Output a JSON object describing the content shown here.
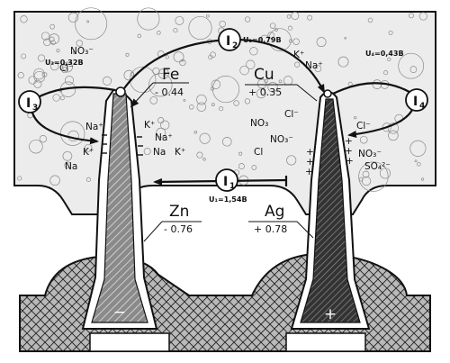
{
  "metals": {
    "fe": {
      "symbol": "Fe",
      "potential": "- 0.44"
    },
    "cu": {
      "symbol": "Cu",
      "potential": "+ 0.35"
    },
    "zn": {
      "symbol": "Zn",
      "potential": "- 0.76"
    },
    "ag": {
      "symbol": "Ag",
      "potential": "+ 0.78"
    }
  },
  "currents": {
    "i1": {
      "label": "I",
      "sub": "1",
      "voltage": "U₁=1,54B"
    },
    "i2": {
      "label": "I",
      "sub": "2",
      "voltage": "U₂=0,79B"
    },
    "i3": {
      "label": "I",
      "sub": "3",
      "voltage": "U₃=0,32B"
    },
    "i4": {
      "label": "I",
      "sub": "4",
      "voltage": "U₄=0,43B"
    }
  },
  "ions": {
    "no3_top": "NO₃⁻",
    "cl_top": "Cl⁻",
    "k_top": "K⁺",
    "na_top": "Na⁺",
    "na_left": "Na⁺",
    "k_left": "K⁺",
    "na_left2": "Na",
    "k_mid": "K⁺",
    "na_mid": "Na⁺",
    "na_mid2": "Na",
    "k_mid2": "K⁺",
    "no3_mid1": "NO₃",
    "cl_mid1": "Cl⁻",
    "no3_mid2": "NO₃⁻",
    "cl_mid2": "Cl",
    "cl_right": "Cl⁻",
    "no3_right": "NO₃⁻",
    "so4_right": "SO₄²⁻"
  },
  "electrodes": {
    "left_sign": "−",
    "right_sign": "+"
  }
}
